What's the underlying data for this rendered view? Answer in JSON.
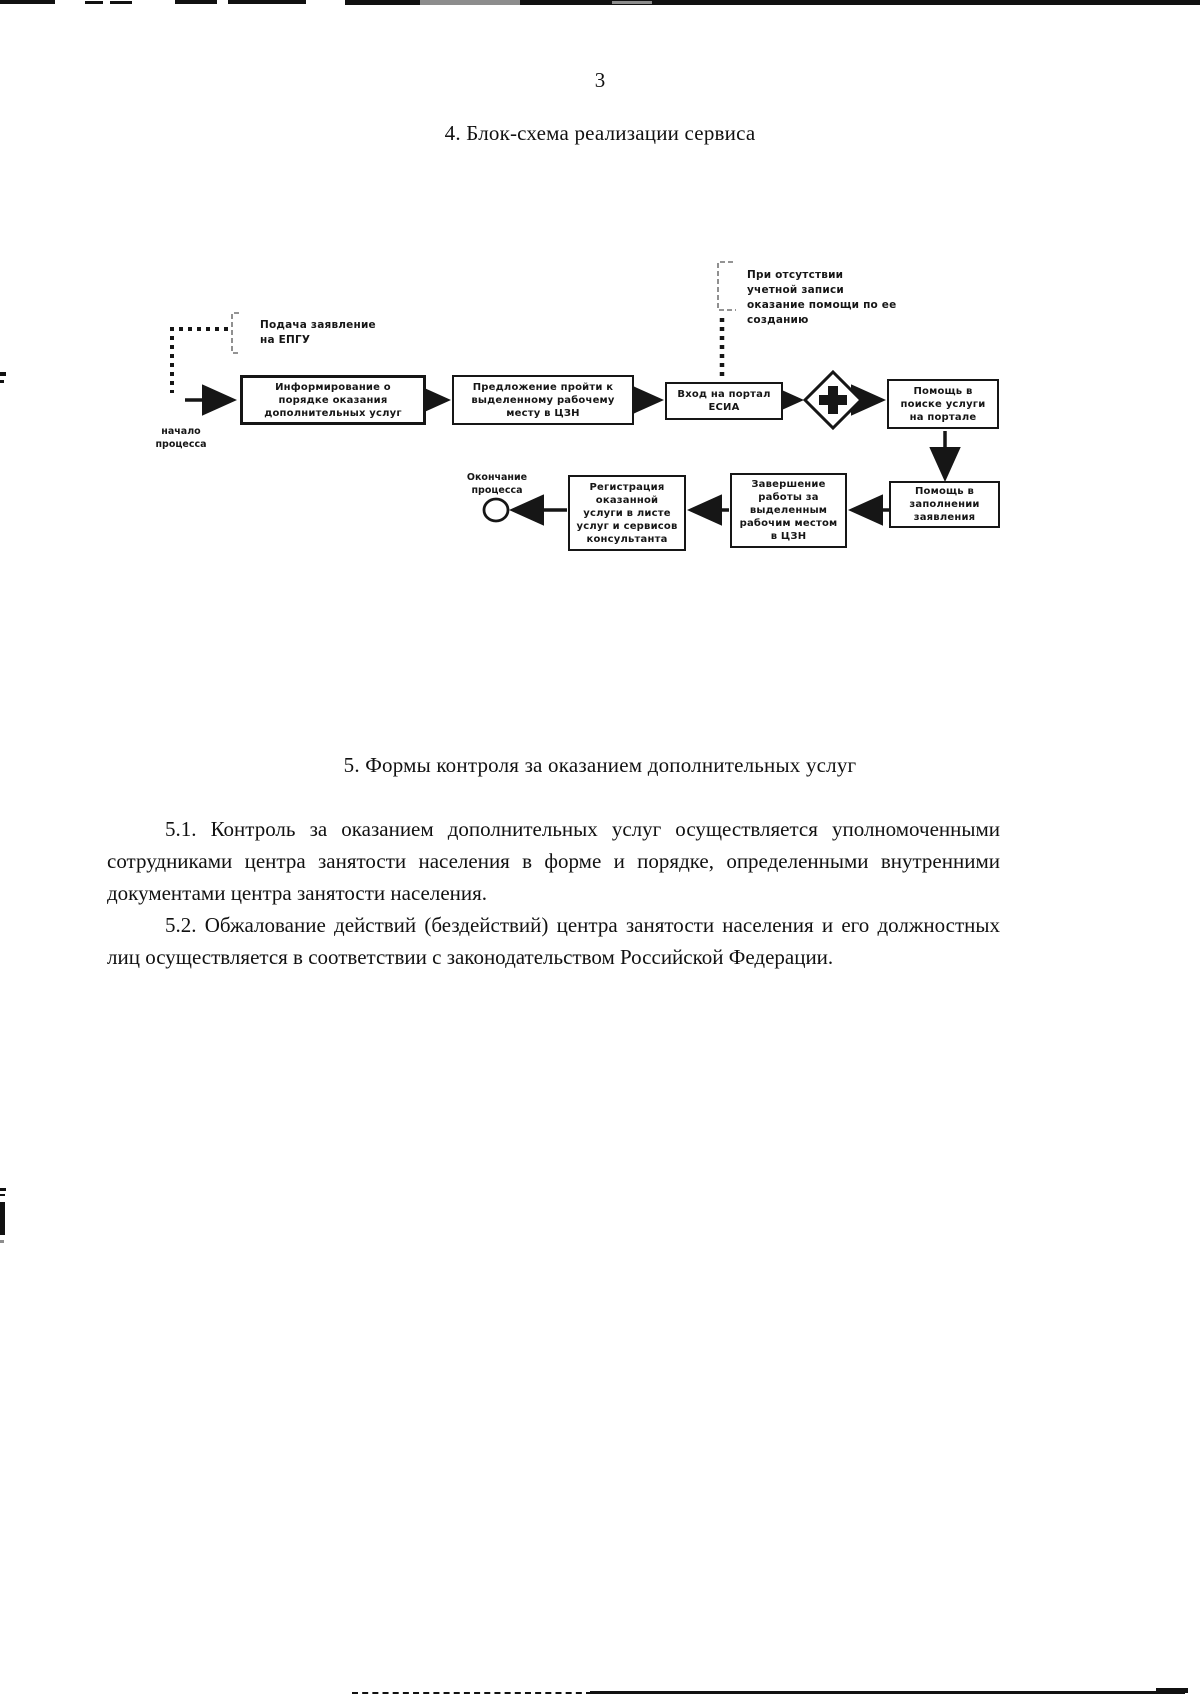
{
  "page": {
    "number": "3",
    "title_section4": "4. Блок-схема реализации сервиса",
    "title_section5": "5. Формы контроля за оказанием дополнительных услуг",
    "paragraphs": [
      {
        "id": "5.1",
        "text": "5.1. Контроль за оказанием дополнительных услуг осуществляется уполномоченными сотрудниками центра занятости населения в форме и порядке, определенными внутренними документами центра занятости населения."
      },
      {
        "id": "5.2",
        "text": "5.2. Обжалование действий (бездействий) центра занятости населения и его должностных лиц осуществляется в соответствии с законодательством Российской Федерации."
      }
    ]
  },
  "flowchart": {
    "start_label": "начало процесса",
    "end_label": "Окончание процесса",
    "annotation_epgu": "Подача заявление на ЕПГУ",
    "annotation_account": "При отсутствии учетной записи оказание помощи по ее созданию",
    "boxes": [
      {
        "id": "inform",
        "label": "Информирование о порядке оказания дополнительных услуг"
      },
      {
        "id": "workplace",
        "label": "Предложение пройти к выделенному рабочему месту в ЦЗН"
      },
      {
        "id": "esia",
        "label": "Вход на портал ЕСИА"
      },
      {
        "id": "search-help",
        "label": "Помощь в поиске услуги на портале"
      },
      {
        "id": "fill-help",
        "label": "Помощь в заполнении заявления"
      },
      {
        "id": "finish-work",
        "label": "Завершение работы за выделенным рабочим местом в ЦЗН"
      },
      {
        "id": "registration",
        "label": "Регистрация оказанной услуги в листе услуг и сервисов консультанта"
      }
    ],
    "decision_icon": "plus-cross",
    "ink_color": "#161616"
  }
}
